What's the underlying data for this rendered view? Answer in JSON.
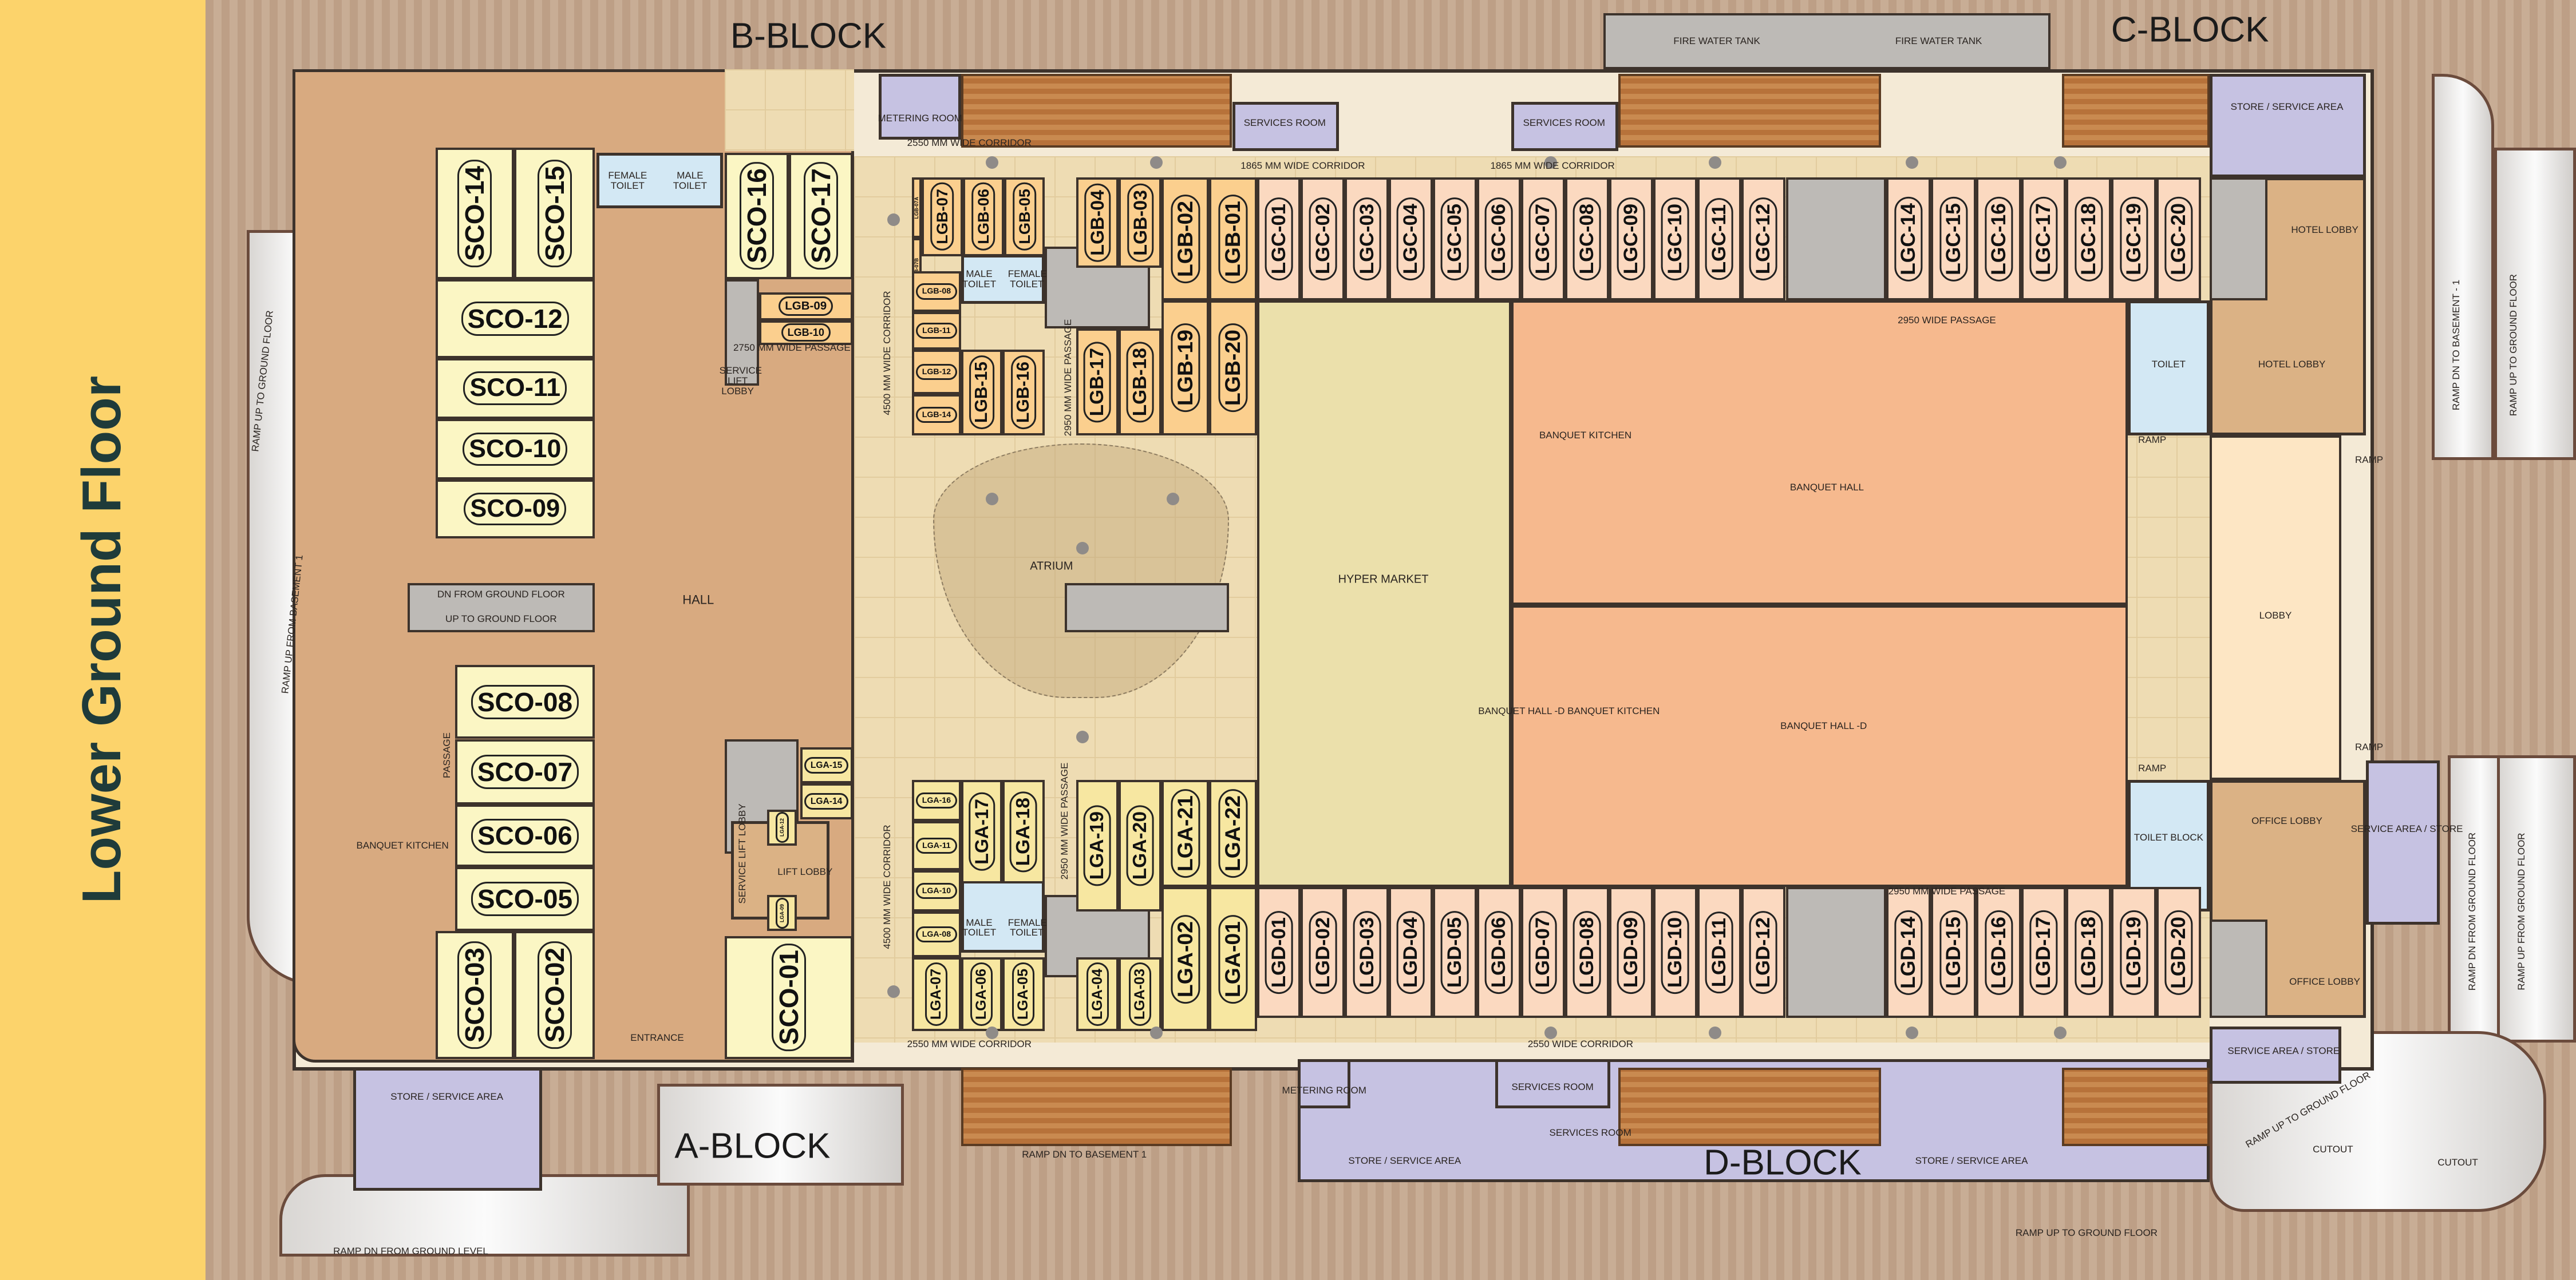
{
  "title": "Lower Ground Floor",
  "blocks": {
    "a": "A-BLOCK",
    "b": "B-BLOCK",
    "c": "C-BLOCK",
    "d": "D-BLOCK"
  },
  "units": {
    "sco": [
      "SCO-14",
      "SCO-15",
      "SCO-12",
      "SCO-11",
      "SCO-10",
      "SCO-09",
      "SCO-16",
      "SCO-17",
      "SCO-08",
      "SCO-07",
      "SCO-06",
      "SCO-05",
      "SCO-03",
      "SCO-02",
      "SCO-01"
    ],
    "lgb": [
      "LGB-07A",
      "LGB-07B",
      "LGB-07",
      "LGB-06",
      "LGB-05",
      "LGB-04",
      "LGB-03",
      "LGB-02",
      "LGB-01",
      "LGB-08",
      "LGB-11",
      "LGB-12",
      "LGB-14",
      "LGB-15",
      "LGB-16",
      "LGB-17",
      "LGB-18",
      "LGB-19",
      "LGB-20",
      "LGB-09",
      "LGB-10"
    ],
    "lga": [
      "LGA-16",
      "LGA-11",
      "LGA-10",
      "LGA-08",
      "LGA-17",
      "LGA-18",
      "LGA-19",
      "LGA-20",
      "LGA-21",
      "LGA-22",
      "LGA-07",
      "LGA-06",
      "LGA-05",
      "LGA-04",
      "LGA-03",
      "LGA-02",
      "LGA-01",
      "LGA-15",
      "LGA-14",
      "LGA-12",
      "LGA-09"
    ],
    "lgc": [
      "LGC-01",
      "LGC-02",
      "LGC-03",
      "LGC-04",
      "LGC-05",
      "LGC-06",
      "LGC-07",
      "LGC-08",
      "LGC-09",
      "LGC-10",
      "LGC-11",
      "LGC-12",
      "LGC-14",
      "LGC-15",
      "LGC-16",
      "LGC-17",
      "LGC-18",
      "LGC-19",
      "LGC-20"
    ],
    "lgd": [
      "LGD-01",
      "LGD-02",
      "LGD-03",
      "LGD-04",
      "LGD-05",
      "LGD-06",
      "LGD-07",
      "LGD-08",
      "LGD-09",
      "LGD-10",
      "LGD-11",
      "LGD-12",
      "LGD-14",
      "LGD-15",
      "LGD-16",
      "LGD-17",
      "LGD-18",
      "LGD-19",
      "LGD-20"
    ]
  },
  "labels": {
    "fire_tank_1": "FIRE WATER TANK",
    "fire_tank_2": "FIRE WATER TANK",
    "metering_top": "METERING ROOM",
    "services_top_1": "SERVICES ROOM",
    "services_top_2": "SERVICES ROOM",
    "metering_bottom": "METERING ROOM",
    "services_bottom_1": "SERVICES ROOM",
    "services_bottom_2": "SERVICES ROOM",
    "store_top_right": "STORE / SERVICE AREA",
    "store_bottom_left": "STORE / SERVICE AREA",
    "store_d_1": "STORE / SERVICE AREA",
    "store_d_2": "STORE / SERVICE AREA",
    "service_right": "SERVICE AREA / STORE",
    "service_bottom_right": "SERVICE AREA / STORE",
    "corridor_top_1": "2550 MM WIDE CORRIDOR",
    "corridor_top_2": "1865 MM WIDE CORRIDOR",
    "corridor_top_3": "1865 MM WIDE CORRIDOR",
    "corridor_bottom_1": "2550 MM WIDE CORRIDOR",
    "corridor_bottom_2": "2550 WIDE CORRIDOR",
    "corridor_v_1": "4500 MM WIDE CORRIDOR",
    "corridor_v_2": "4500 MM WIDE CORRIDOR",
    "passage_1": "2750 MM WIDE PASSAGE",
    "passage_2": "2950 MM WIDE PASSAGE",
    "passage_3": "2950 MM WIDE PASSAGE",
    "passage_4": "2950 WIDE PASSAGE",
    "passage_5": "2950 MM WIDE PASSAGE",
    "female_toilet": "FEMALE TOILET",
    "male_toilet": "MALE TOILET",
    "male_toilet_b": "MALE TOILET",
    "female_toilet_b": "FEMALE TOILET",
    "male_toilet_a": "MALE TOILET",
    "female_toilet_a": "FEMALE TOILET",
    "hall": "HALL",
    "passage": "PASSAGE",
    "banquet_kitchen_left": "BANQUET KITCHEN",
    "entrance": "ENTRANCE",
    "lift_lobby": "LIFT LOBBY",
    "service_lift_lobby_1": "SERVICE LIFT LOBBY",
    "service_lift_lobby_2": "SERVICE LIFT LOBBY",
    "esc_left_dn": "DN FROM GROUND FLOOR",
    "esc_left_up": "UP TO GROUND FLOOR",
    "atrium": "ATRIUM",
    "hyper_market": "HYPER MARKET",
    "banquet_kitchen": "BANQUET KITCHEN",
    "banquet_hall": "BANQUET HALL",
    "banquet_hall_d_kitchen": "BANQUET HALL -D BANQUET KITCHEN",
    "banquet_hall_d": "BANQUET HALL -D",
    "toilet": "TOILET",
    "toilet_block": "TOILET BLOCK",
    "lobby": "LOBBY",
    "hotel_lobby_1": "HOTEL LOBBY",
    "hotel_lobby_2": "HOTEL LOBBY",
    "office_lobby_1": "OFFICE LOBBY",
    "office_lobby_2": "OFFICE LOBBY",
    "ramp_1": "RAMP",
    "ramp_2": "RAMP",
    "ramp_3": "RAMP",
    "ramp_4": "RAMP",
    "ramp_up_gf_left": "RAMP UP TO GROUND FLOOR",
    "ramp_up_b1": "RAMP UP FROM BASEMENT 1",
    "ramp_dn_gl": "RAMP DN FROM GROUND LEVEL",
    "ramp_dn_b1": "RAMP DN TO BASEMENT 1",
    "ramp_up_gf_curve": "RAMP UP TO GROUND FLOOR",
    "ramp_up_gf_bottom": "RAMP UP TO GROUND FLOOR",
    "ramp_dn_b1_right": "RAMP DN TO BASEMENT - 1",
    "ramp_up_gf_right": "RAMP UP TO GROUND FLOOR",
    "ramp_dn_gf_right": "RAMP DN FROM GROUND FLOOR",
    "ramp_up_gf_right2": "RAMP UP FROM GROUND FLOOR",
    "cutout_1": "CUTOUT",
    "cutout_2": "CUTOUT"
  },
  "colors": {
    "band": "#fcd36b",
    "sco": "#fbf6c4",
    "lgb": "#fbcf8e",
    "lga": "#f7e7a1",
    "lgc": "#fbd9c0",
    "banquet": "#f6b98e",
    "hyper": "#ebe0ab",
    "service": "#c6c2e2",
    "toilet": "#d3e8f4"
  }
}
